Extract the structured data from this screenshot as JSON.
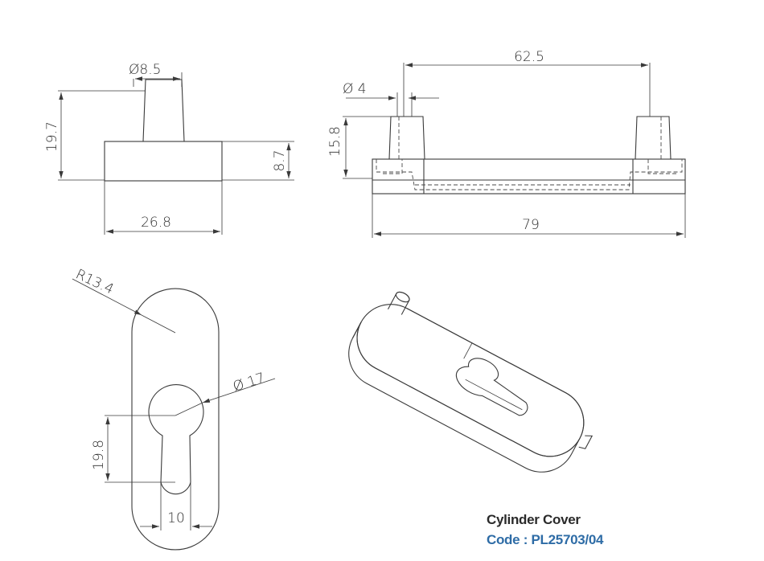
{
  "dimensions": {
    "top_left": {
      "shaft_diameter": "Ø8.5",
      "total_height": "19.7",
      "base_height": "8.7",
      "base_width": "26.8"
    },
    "top_right": {
      "pin_diameter": "Ø 4",
      "pin_spacing": "62.5",
      "height": "15.8",
      "overall_length": "79"
    },
    "bottom_left": {
      "radius": "R13.4",
      "hole_diameter": "Ø 17",
      "keyhole_length": "19.8",
      "slot_width": "10"
    }
  },
  "caption": {
    "title": "Cylinder Cover",
    "code": "Code : PL25703/04"
  },
  "colors": {
    "line": "#3a3a3a",
    "code_text": "#2e6ca6",
    "title_text": "#2a2a2a"
  }
}
